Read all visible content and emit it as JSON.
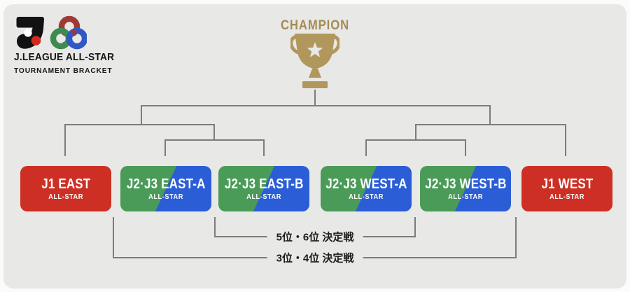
{
  "branding": {
    "title": "J.LEAGUE ALL-STAR",
    "subtitle": "TOURNAMENT BRACKET"
  },
  "champion": {
    "label": "CHAMPION"
  },
  "teams": [
    {
      "id": "j1-east",
      "label": "J1 EAST",
      "sub": "ALL-STAR",
      "style": "red"
    },
    {
      "id": "j2j3-east-a",
      "label": "J2·J3 EAST-A",
      "sub": "ALL-STAR",
      "style": "green-blue"
    },
    {
      "id": "j2j3-east-b",
      "label": "J2·J3 EAST-B",
      "sub": "ALL-STAR",
      "style": "green-blue"
    },
    {
      "id": "j2j3-west-a",
      "label": "J2·J3 WEST-A",
      "sub": "ALL-STAR",
      "style": "green-blue"
    },
    {
      "id": "j2j3-west-b",
      "label": "J2·J3 WEST-B",
      "sub": "ALL-STAR",
      "style": "green-blue"
    },
    {
      "id": "j1-west",
      "label": "J1 WEST",
      "sub": "ALL-STAR",
      "style": "red"
    }
  ],
  "consolation_matches": {
    "fifth_sixth": "5位・6位 決定戦",
    "third_fourth": "3位・4位 決定戦"
  },
  "icons": {
    "jleague_logo": "jleague-j-mark",
    "allstar_emblem": "three-ribbon-knot",
    "trophy": "gold-trophy-with-star"
  },
  "colors": {
    "background_card": "#e8e8e7",
    "red": "#cd2f24",
    "green": "#4a9b57",
    "blue": "#2b5dd7",
    "gold": "#b2975c",
    "bracket_line": "#7c7c7c",
    "text_dark": "#161616",
    "text_white": "#ffffff"
  }
}
